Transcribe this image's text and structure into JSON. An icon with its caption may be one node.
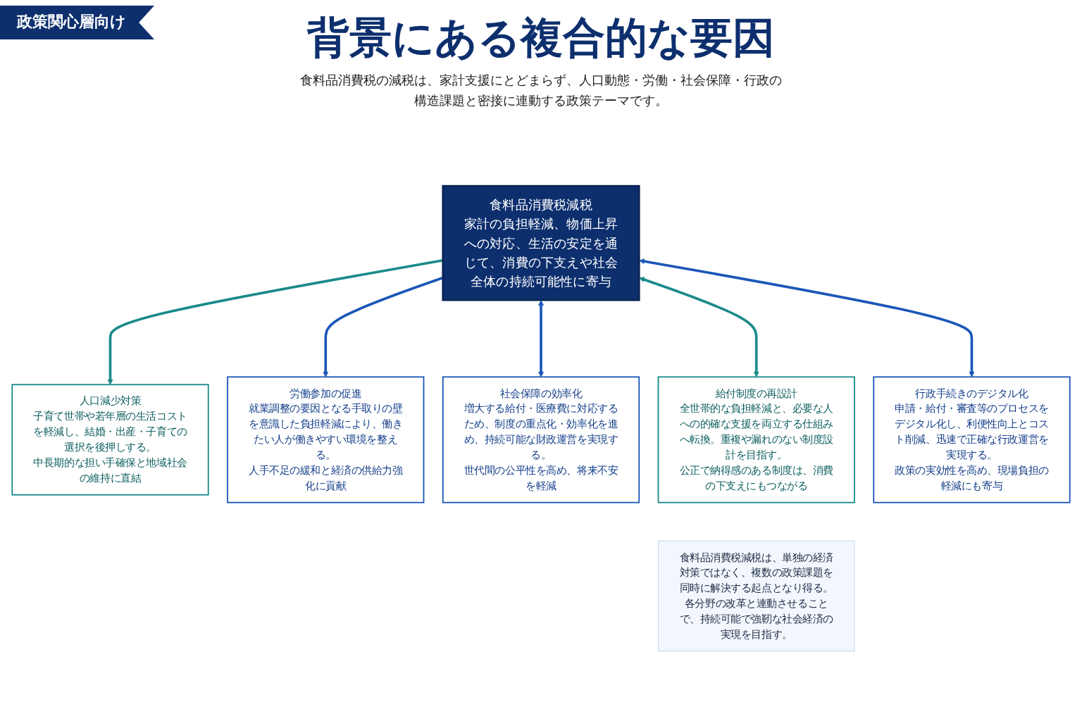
{
  "diagram": {
    "title": "背景にある複合的な要因",
    "nodes": [
      {
        "text": [
          "人口減少対策",
          "子育て世帯や若年層の生活コストを軽減し、結婚・出産・子育ての選択を後押しする。",
          "中長期的な担い手確保と地域社会の維持に直結"
        ]
      },
      {
        "text": [
          "食料品消費税減税",
          "家計の負担軽減、物価上昇への対応、生活の安定を通じて、消費の下支えや社会全体の持続可能性に寄与"
        ]
      },
      {
        "text": [
          "労働参加の促進",
          "就業調整の要因となる手取りの壁を意識した負担軽減により、働きたい人が働きやすい環境を整える。",
          "人手不足の緩和と経済の供給力強化に貢献"
        ]
      },
      {
        "text": [
          "社会保障の効率化",
          "増大する給付・医療費に対応するため、制度の重点化・効率化を進め、持続可能な財政運営を実現する。",
          "世代間の公平性を高め、将来不安を軽減"
        ]
      },
      {
        "text": [
          "給付制度の再設計",
          "全世帯的な負担軽減と、必要な人への的確な支援を両立する仕組みへ転換。重複や漏れのない制度設計を目指す。",
          "公正で納得感のある制度は、消費の下支えにもつながる"
        ]
      },
      {
        "text": [
          "行政手続きのデジタル化",
          "申請・給付・審査等のプロセスをデジタル化し、利便性向上とコスト削減、迅速で正確な行政運営を実現する。",
          "政策の実効性を高め、現場負担の軽減にも寄与"
        ]
      },
      {
        "text": [
          "食料品消費税減税は、単独の経済対策ではなく、複数の政策課題を同時に解決する起点となり得る。各分野の改革と連動させることで、持続可能で強靭な社会経済の実現を目指す。"
        ]
      }
    ],
    "edges": [
      {
        "from": 1,
        "to": 0,
        "arrow": "to",
        "color": "#1a8a8a"
      },
      {
        "from": 1,
        "to": 2,
        "arrow": "to"
      },
      {
        "from": 1,
        "to": 3,
        "arrow": "both"
      },
      {
        "from": 1,
        "to": 4,
        "arrow": "both",
        "color": "#1a8a8a"
      },
      {
        "from": 1,
        "to": 5,
        "arrow": "both"
      }
    ],
    "labels": [
      "政策関心層向け",
      "食料品消費税の減税は、家計支援にとどまらず、人口動態・労働・社会保障・行政の構造課題と密接に連動する政策テーマです。"
    ]
  }
}
